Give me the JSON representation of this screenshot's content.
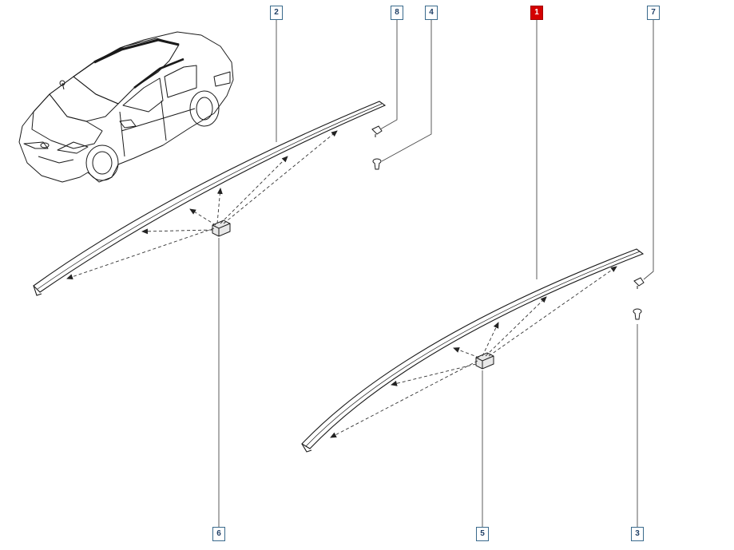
{
  "callouts": [
    {
      "id": "1",
      "label": "1",
      "selected": true
    },
    {
      "id": "2",
      "label": "2",
      "selected": false
    },
    {
      "id": "3",
      "label": "3",
      "selected": false
    },
    {
      "id": "4",
      "label": "4",
      "selected": false
    },
    {
      "id": "5",
      "label": "5",
      "selected": false
    },
    {
      "id": "6",
      "label": "6",
      "selected": false
    },
    {
      "id": "7",
      "label": "7",
      "selected": false
    },
    {
      "id": "8",
      "label": "8",
      "selected": false
    }
  ],
  "colors": {
    "line": "#1a1a1a",
    "leader": "#4a4a4a",
    "callout_border": "#3a6a8c",
    "callout_text": "#1f3f66",
    "selected_fill": "#d40000"
  }
}
